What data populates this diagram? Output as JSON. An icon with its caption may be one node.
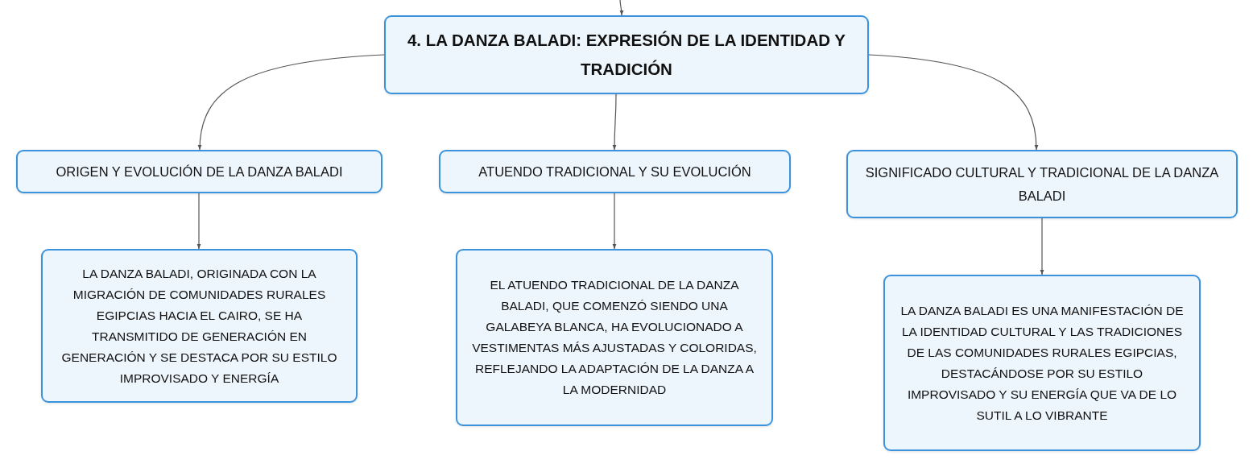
{
  "diagram": {
    "nodes": [
      {
        "text": [
          "4. LA DANZA BALADI: EXPRESIÓN DE LA IDENTIDAD Y TRADICIÓN"
        ]
      },
      {
        "text": [
          "ORIGEN Y EVOLUCIÓN DE LA DANZA BALADI"
        ]
      },
      {
        "text": [
          "ATUENDO TRADICIONAL Y SU EVOLUCIÓN"
        ]
      },
      {
        "text": [
          "SIGNIFICADO CULTURAL Y TRADICIONAL DE LA DANZA BALADI"
        ]
      },
      {
        "text": [
          "LA DANZA BALADI, ORIGINADA CON LA MIGRACIÓN DE COMUNIDADES RURALES EGIPCIAS HACIA EL CAIRO, SE HA TRANSMITIDO DE GENERACIÓN EN GENERACIÓN Y SE DESTACA POR SU ESTILO IMPROVISADO Y ENERGÍA"
        ]
      },
      {
        "text": [
          "EL ATUENDO TRADICIONAL DE LA DANZA BALADI, QUE COMENZÓ SIENDO UNA GALABEYA BLANCA, HA EVOLUCIONADO A VESTIMENTAS MÁS AJUSTADAS Y COLORIDAS, REFLEJANDO LA ADAPTACIÓN DE LA DANZA A LA MODERNIDAD"
        ]
      },
      {
        "text": [
          "LA DANZA BALADI ES UNA MANIFESTACIÓN DE LA IDENTIDAD CULTURAL Y LAS TRADICIONES DE LAS COMUNIDADES RURALES EGIPCIAS, DESTACÁNDOSE POR SU ESTILO IMPROVISADO Y SU ENERGÍA QUE VA DE LO SUTIL A LO VIBRANTE"
        ]
      }
    ],
    "edges": [
      {
        "from": null,
        "to": 0,
        "arrow": "to"
      },
      {
        "from": 0,
        "to": 1,
        "arrow": "to"
      },
      {
        "from": 0,
        "to": 2,
        "arrow": "to"
      },
      {
        "from": 0,
        "to": 3,
        "arrow": "to"
      },
      {
        "from": 1,
        "to": 4,
        "arrow": "to"
      },
      {
        "from": 2,
        "to": 5,
        "arrow": "to"
      },
      {
        "from": 3,
        "to": 6,
        "arrow": "to"
      }
    ]
  }
}
